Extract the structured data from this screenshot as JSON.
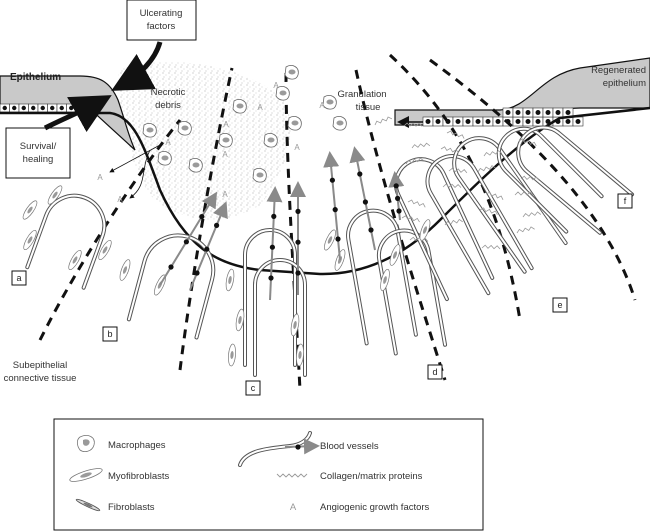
{
  "title": "Ulcer healing diagram",
  "colors": {
    "epithelium_fill": "#c9c9c9",
    "outline": "#111111",
    "arrow_gray": "#8a8a8a",
    "necrotic_stipple": "#bdbdbd",
    "cell_fill": "#e6e6e6",
    "nucleus_fill": "#9a9a9a"
  },
  "boxes": {
    "ulcerating": [
      "Ulcerating",
      "factors"
    ],
    "survival": [
      "Survival/",
      "healing"
    ]
  },
  "regions": {
    "epithelium": "Epithelium",
    "necrotic": [
      "Necrotic",
      "debris"
    ],
    "granulation": [
      "Granulation",
      "tissue"
    ],
    "regenerated": [
      "Regenerated",
      "epithelium"
    ],
    "subepithelial": [
      "Subepithelial",
      "connective tissue"
    ]
  },
  "stages": [
    "a",
    "b",
    "c",
    "d",
    "e",
    "f"
  ],
  "legend": {
    "items": [
      {
        "icon": "macrophage-icon",
        "label": "Macrophages"
      },
      {
        "icon": "myofibroblast-icon",
        "label": "Myofibroblasts"
      },
      {
        "icon": "fibroblast-icon",
        "label": "Fibroblasts"
      },
      {
        "icon": "blood-vessel-icon",
        "label": "Blood vessels"
      },
      {
        "icon": "collagen-icon",
        "label": "Collagen/matrix proteins"
      },
      {
        "icon": "growth-factor-icon",
        "label": "Angiogenic growth factors"
      }
    ]
  },
  "growth_factor_glyph": "A"
}
